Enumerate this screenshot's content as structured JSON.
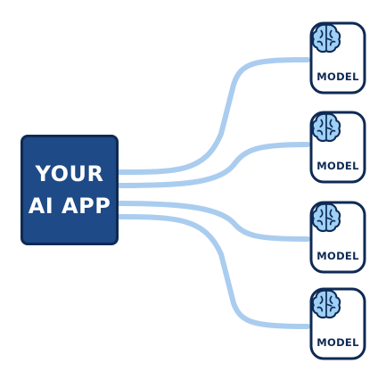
{
  "app": {
    "label": "YOUR\nAI APP"
  },
  "models": [
    {
      "label": "MODEL",
      "icon": "brain-icon"
    },
    {
      "label": "MODEL",
      "icon": "brain-icon"
    },
    {
      "label": "MODEL",
      "icon": "brain-icon"
    },
    {
      "label": "MODEL",
      "icon": "brain-icon"
    }
  ],
  "colors": {
    "app_fill": "#1e4a87",
    "app_border": "#0e2a55",
    "connector": "#aacdef",
    "card_border": "#0e2a55",
    "brain_fill": "#9fd0f5"
  }
}
